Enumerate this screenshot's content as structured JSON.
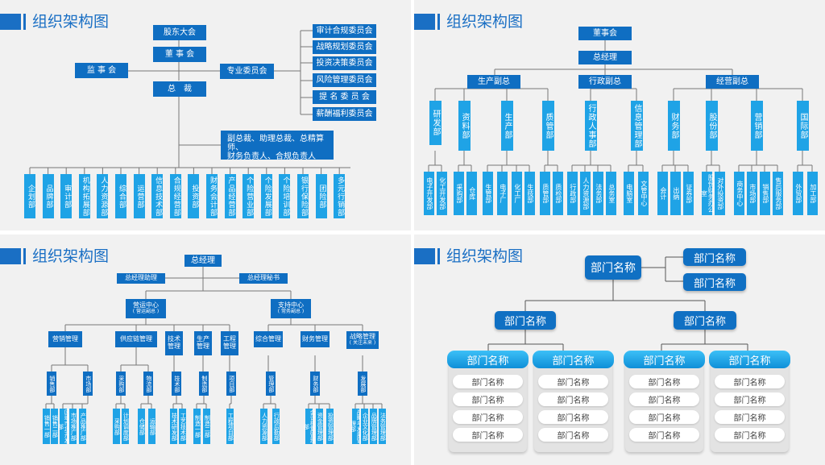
{
  "title": "组织架构图",
  "colors": {
    "dark_box": "#0f6ec2",
    "light_box": "#1fa3e6",
    "panel_bg": "#f1f1f1",
    "title": "#1a6fc4"
  },
  "p1": {
    "shareholders": "股东大会",
    "board": "董 事 会",
    "supervisory": "监 事 会",
    "president": "总　裁",
    "committees_hub": "专业委员会",
    "committees": [
      "审计合规委员会",
      "战略规划委员会",
      "投资决策委员会",
      "风险管理委员会",
      "提 名 委 员 会",
      "薪酬福利委员会"
    ],
    "vp_line1": "副总裁、助理总裁、总精算师、",
    "vp_line2": "财务负责人、合规负责人",
    "departments": [
      "企划部",
      "品牌部",
      "审计部",
      "机构拓展部",
      "人力资源部",
      "综合部",
      "运营部",
      "信息技术部",
      "合规经营部",
      "投资部",
      "财务会计部",
      "产品经营部",
      "个险营业部",
      "个险发展部",
      "个险培训部",
      "银行保险部",
      "团险部",
      "多元行销部"
    ]
  },
  "p2": {
    "board": "董事会",
    "gm": "总经理",
    "vps": [
      "生产副总",
      "行政副总",
      "经营副总"
    ],
    "depts": [
      "研发部",
      "资料部",
      "生产部",
      "质管部",
      "行政人事部",
      "信息管理部",
      "财务部",
      "股份部",
      "营销部",
      "国际部"
    ],
    "subs": [
      "电子开发部",
      "化工开发部",
      "采购部",
      "仓库",
      "生管部",
      "电子厂",
      "化工厂",
      "生技部",
      "质管部",
      "质检部",
      "行政部",
      "人力资源部",
      "法务部",
      "总务室",
      "电脑室",
      "文管中心",
      "会计",
      "出纳",
      "证券部",
      "股份财务办公室",
      "对外投资部",
      "商务中心",
      "市场部",
      "销售部",
      "售后服务部",
      "外贸部",
      "加工部"
    ]
  },
  "p3": {
    "gm": "总经理",
    "assistant": "总经理助理",
    "secretary": "总经理秘书",
    "ops_center": "营运中心",
    "ops_sub": "( 营运副总 )",
    "support_center": "支持中心",
    "support_sub": "( 常务副总 )",
    "l3": [
      "营销管理",
      "供应链管理",
      "技术管理",
      "生产管理",
      "工程管理",
      "综合管理",
      "财务管理",
      "战略管理"
    ],
    "strategy_sub": "( 关注未来 )",
    "l4": [
      "销售部",
      "市场部",
      "采购部",
      "物流部",
      "技术部",
      "制造部",
      "项目部",
      "管理部",
      "财务部",
      "发展部"
    ],
    "l5": [
      "销售一部",
      "销售二部",
      "区域市场开发部",
      "市场推广部",
      "产品推广部",
      "采购部",
      "计划调度部",
      "仓储部",
      "运输部",
      "技术研发部",
      "工艺技术部",
      "制造一部",
      "制造二部",
      "工程项目部",
      "人力资源部",
      "行政后勤部",
      "会计核算管理部",
      "资金管理部",
      "投资管理部",
      "战略与发展管理部",
      "企业文化部",
      "品牌管理部",
      "法务管理部"
    ]
  },
  "p4": {
    "top": "部门名称",
    "side": [
      "部门名称",
      "部门名称"
    ],
    "mid": [
      "部门名称",
      "部门名称"
    ],
    "heads": [
      "部门名称",
      "部门名称",
      "部门名称",
      "部门名称"
    ],
    "row_label": "部门名称"
  }
}
